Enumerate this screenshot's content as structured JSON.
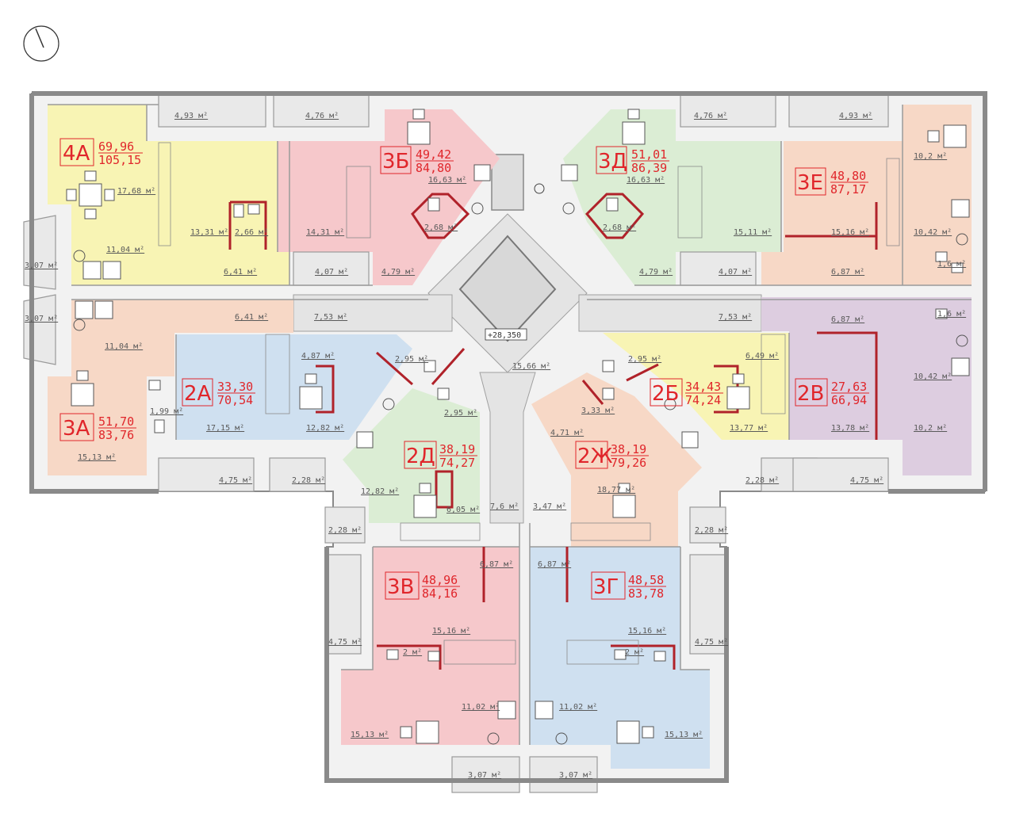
{
  "elevation": "+28,350",
  "colors": {
    "yellow": "#f8f4b4",
    "pink": "#f6c8cb",
    "green": "#dbedd4",
    "peach": "#f7d8c6",
    "blue": "#cfe0f0",
    "lilac": "#ddcde0",
    "corridor": "#e4e4e4",
    "balcony": "#e9e9e9",
    "wall": "#8a8a8a",
    "accent": "#e0262b"
  },
  "apartments": [
    {
      "code": "4А",
      "n1": "69,96",
      "n2": "105,15"
    },
    {
      "code": "3Б",
      "n1": "49,42",
      "n2": "84,80"
    },
    {
      "code": "3Д",
      "n1": "51,01",
      "n2": "86,39"
    },
    {
      "code": "3Е",
      "n1": "48,80",
      "n2": "87,17"
    },
    {
      "code": "2А",
      "n1": "33,30",
      "n2": "70,54"
    },
    {
      "code": "3А",
      "n1": "51,70",
      "n2": "83,76"
    },
    {
      "code": "2Д",
      "n1": "38,19",
      "n2": "74,27"
    },
    {
      "code": "2Ж",
      "n1": "38,19",
      "n2": "79,26"
    },
    {
      "code": "2Б",
      "n1": "34,43",
      "n2": "74,24"
    },
    {
      "code": "2В",
      "n1": "27,63",
      "n2": "66,94"
    },
    {
      "code": "3В",
      "n1": "48,96",
      "n2": "84,16"
    },
    {
      "code": "3Г",
      "n1": "48,58",
      "n2": "83,78"
    }
  ],
  "areas": [
    "4,93 м²",
    "4,76 м²",
    "4,76 м²",
    "4,93 м²",
    "17,68 м²",
    "13,31 м²",
    "2,66 м²",
    "14,31 м²",
    "16,63 м²",
    "2,68 м²",
    "16,63 м²",
    "2,68 м²",
    "15,11 м²",
    "15,16 м²",
    "10,2 м²",
    "10,42 м²",
    "1,6 м²",
    "11,04 м²",
    "6,41 м²",
    "4,07 м²",
    "4,79 м²",
    "4,79 м²",
    "4,07 м²",
    "6,87 м²",
    "3,07 м²",
    "3,07 м²",
    "6,41 м²",
    "7,53 м²",
    "7,53 м²",
    "6,87 м²",
    "1,6 м²",
    "11,04 м²",
    "4,87 м²",
    "2,95 м²",
    "15,66 м²",
    "2,95 м²",
    "6,49 м²",
    "10,42 м²",
    "1,99 м²",
    "2,95 м²",
    "3,33 м²",
    "4,71 м²",
    "17,15 м²",
    "12,82 м²",
    "13,77 м²",
    "13,78 м²",
    "10,2 м²",
    "15,13 м²",
    "4,75 м²",
    "2,28 м²",
    "2,28 м²",
    "4,75 м²",
    "12,82 м²",
    "6,05 м²",
    "7,6 м²",
    "3,47 м²",
    "18,77 м²",
    "2,28 м²",
    "2,28 м²",
    "6,87 м²",
    "6,87 м²",
    "15,16 м²",
    "15,16 м²",
    "4,75 м²",
    "4,75 м²",
    "2 м²",
    "2 м²",
    "11,02 м²",
    "11,02 м²",
    "15,13 м²",
    "15,13 м²",
    "3,07 м²",
    "3,07 м²"
  ]
}
